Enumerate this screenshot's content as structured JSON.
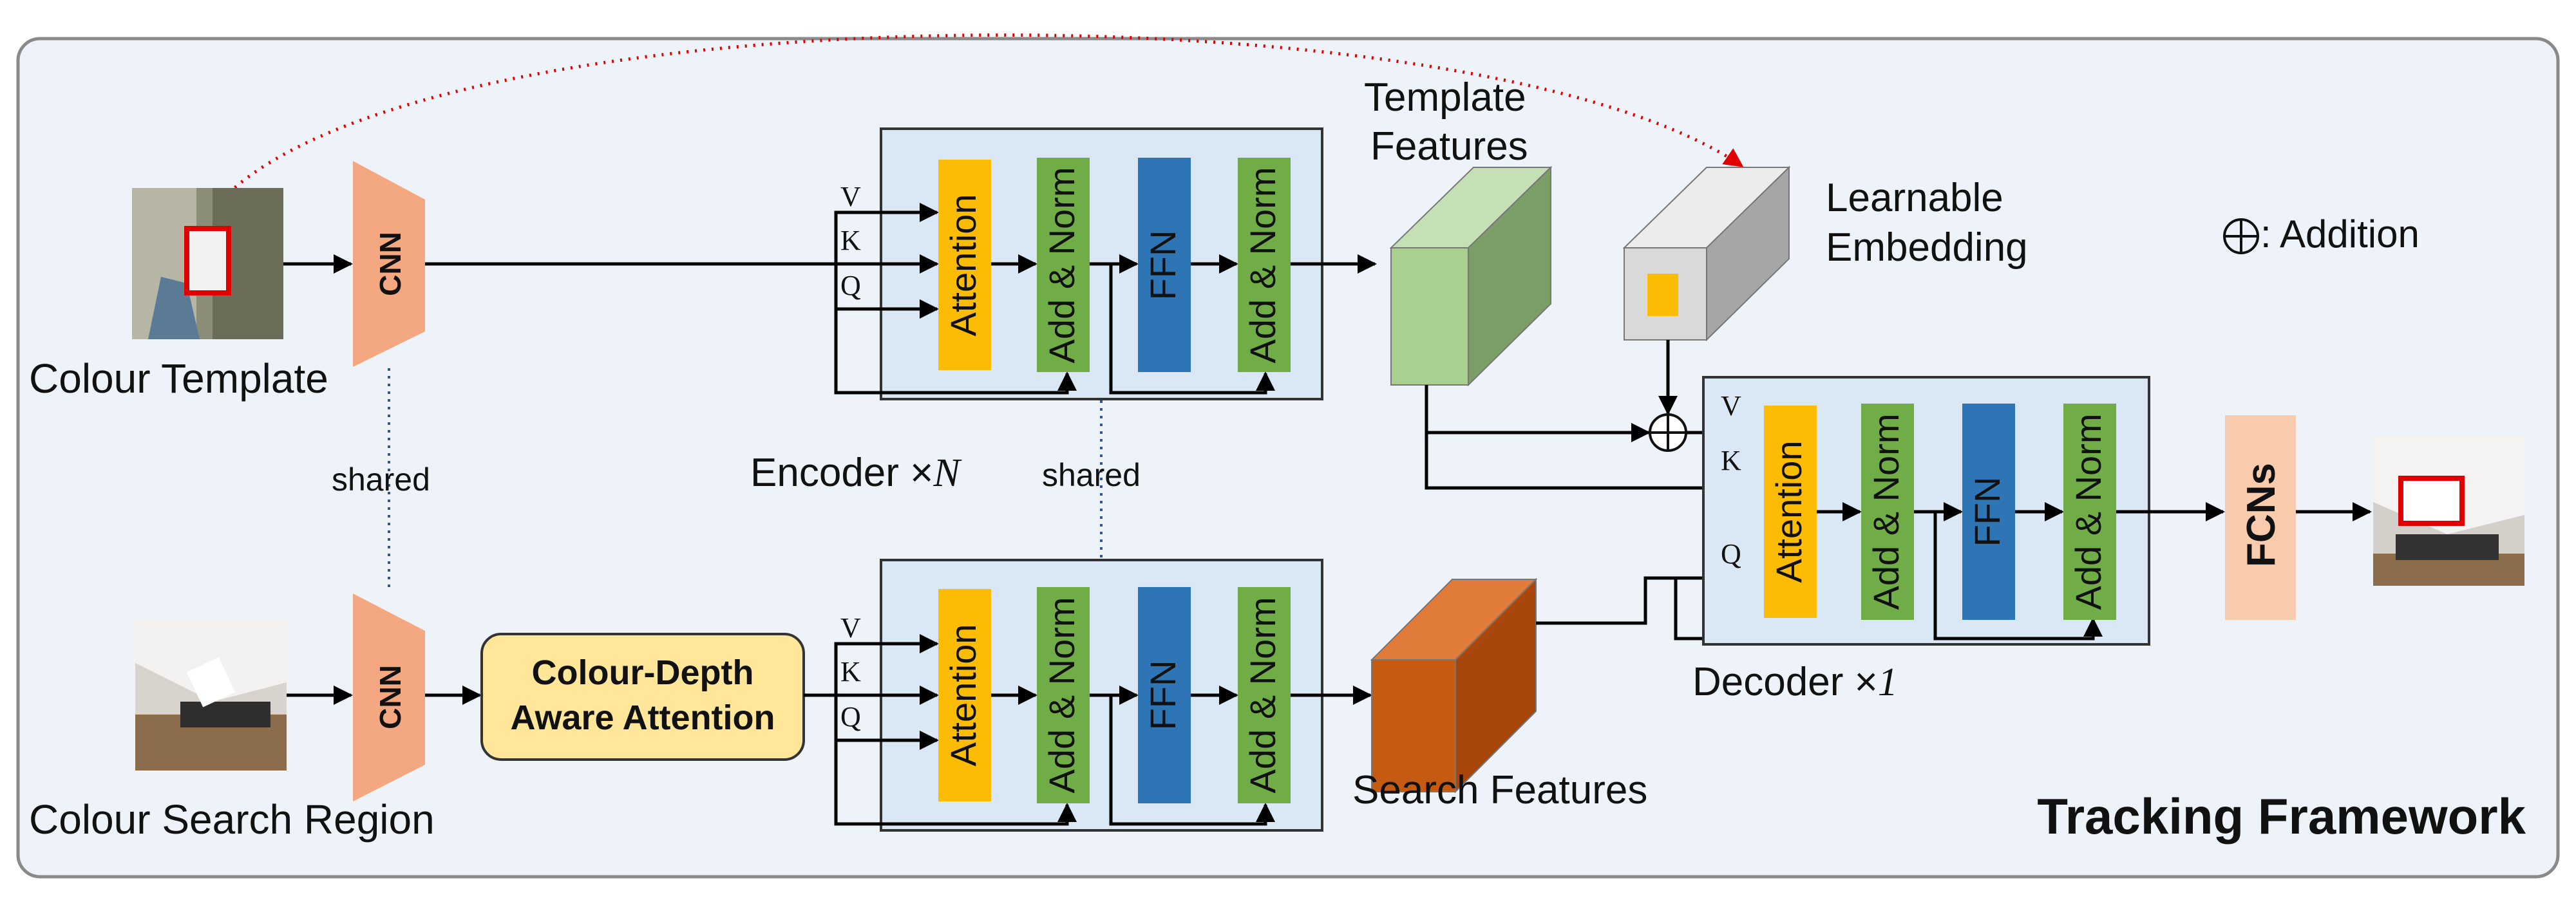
{
  "title": "Tracking Framework",
  "legend": {
    "symbol": "⊕",
    "text": ": Addition"
  },
  "labels": {
    "colour_template": "Colour Template",
    "colour_search_region": "Colour Search Region",
    "shared_cnn": "shared",
    "shared_encoder": "shared",
    "cnn": "CNN",
    "cdaa_line1": "Colour-Depth",
    "cdaa_line2": "Aware Attention",
    "encoder_prefix": "Encoder ×",
    "encoder_n": "N",
    "decoder_prefix": "Decoder ×",
    "decoder_n": "1",
    "template_features_line1": "Template",
    "template_features_line2": "Features",
    "search_features": "Search Features",
    "learnable_line1": "Learnable",
    "learnable_line2": "Embedding",
    "fcns": "FCNs"
  },
  "block": {
    "v": "V",
    "k": "K",
    "q": "Q",
    "attention": "Attention",
    "addnorm": "Add & Norm",
    "ffn": "FFN"
  },
  "colors": {
    "frame_bg": "#edf3f9",
    "frame_border": "#8a8a8a",
    "cnn": "#f4a882",
    "attention": "#fcbc04",
    "addnorm": "#70ad47",
    "ffn": "#2e75b6",
    "block_bg": "#dae7f4",
    "cdaa": "#ffe699",
    "template_cube": "#a9d08e",
    "search_cube": "#c55a11",
    "embed_cube": "#d9d9d9",
    "fcns": "#f8cbad",
    "shared_line": "#2f5597",
    "top_arc": "#e00000"
  }
}
